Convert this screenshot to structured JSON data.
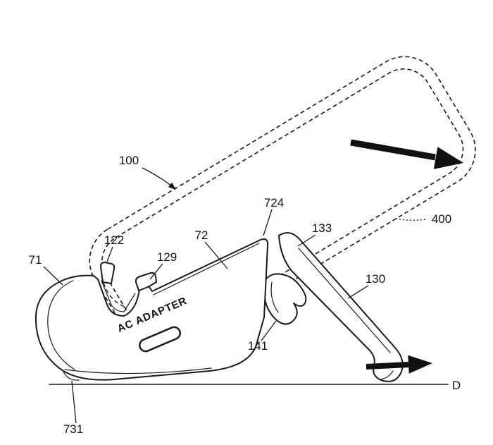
{
  "figure": {
    "body_text": "AC ADAPTER",
    "labels": {
      "l100": "100",
      "l400": "400",
      "l71": "71",
      "l72": "72",
      "l122": "122",
      "l129": "129",
      "l724": "724",
      "l133": "133",
      "l130": "130",
      "l141": "141",
      "l731": "731",
      "ground": "D"
    },
    "colors": {
      "line": "#1a1a1a",
      "background": "#ffffff"
    }
  }
}
